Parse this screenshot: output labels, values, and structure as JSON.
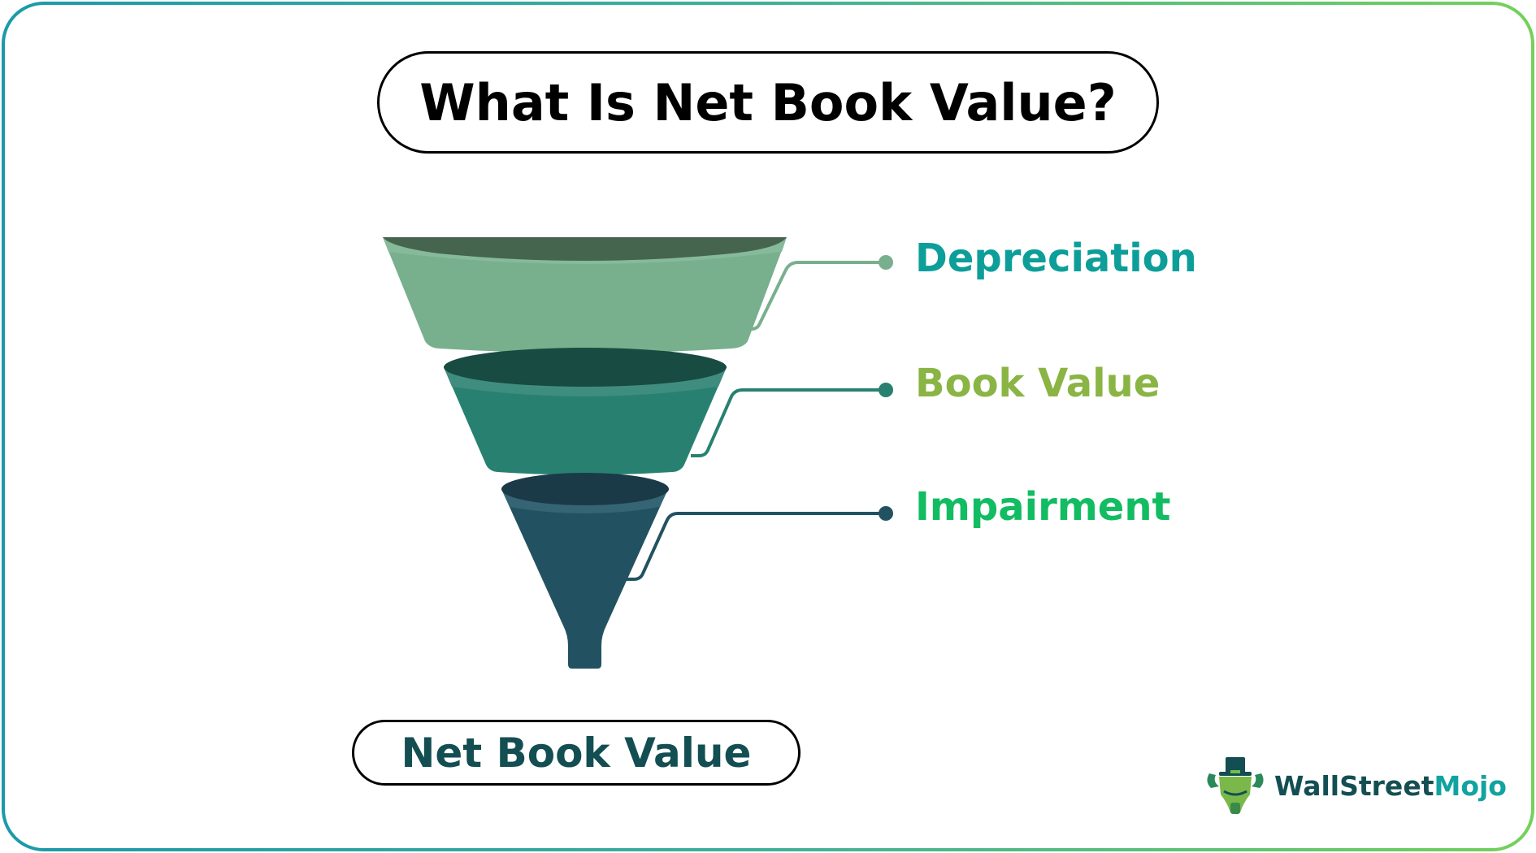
{
  "title": "What Is Net Book Value?",
  "funnel": {
    "stages": [
      {
        "label": "Depreciation",
        "label_color": "#0d9e9a",
        "body_color": "#78b08e",
        "rim_color": "#45654f",
        "band_color": "#86ba9a",
        "line_color": "#78b08e"
      },
      {
        "label": "Book Value",
        "label_color": "#8ab444",
        "body_color": "#288170",
        "rim_color": "#184b42",
        "band_color": "#3f8d7e",
        "line_color": "#288170"
      },
      {
        "label": "Impairment",
        "label_color": "#12bc62",
        "body_color": "#225261",
        "rim_color": "#1b3a47",
        "band_color": "#356575",
        "line_color": "#225261"
      }
    ]
  },
  "result": {
    "label": "Net Book Value",
    "color": "#134e52"
  },
  "brand": {
    "name_part1": "WallStreet",
    "name_part2": "Mojo",
    "color1": "#134e52",
    "color2": "#11a3a0",
    "icon": "bull-top-hat-logo-icon"
  },
  "frame": {
    "gradient_start": "#1a9aaa",
    "gradient_end": "#74d15a"
  }
}
